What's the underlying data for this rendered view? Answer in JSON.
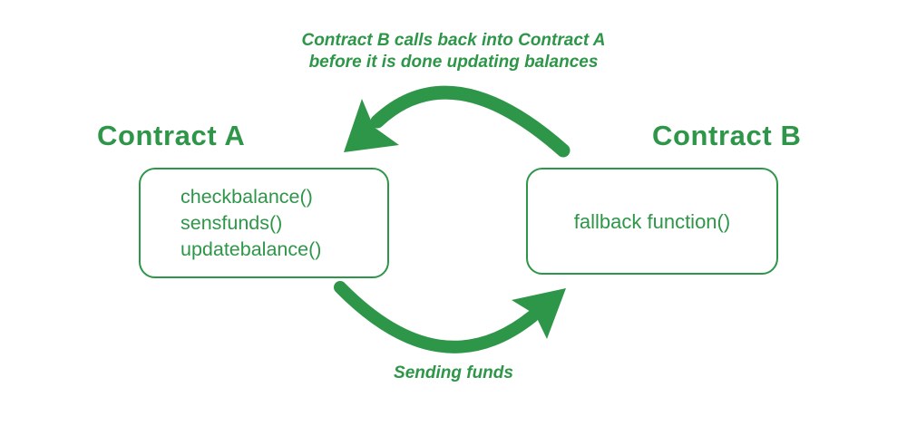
{
  "colors": {
    "accent_green": "#2E9648",
    "background": "#FFFFFF"
  },
  "top_caption": {
    "line1": "Contract B calls back into Contract A",
    "line2": "before it is done updating balances"
  },
  "contract_a": {
    "title": "Contract A",
    "functions": [
      "checkbalance()",
      "sensfunds()",
      "updatebalance()"
    ]
  },
  "contract_b": {
    "title": "Contract B",
    "functions": [
      "fallback function()"
    ]
  },
  "bottom_caption": "Sending funds",
  "icons": {
    "top_arrow": "curved-arrow-right-to-left",
    "bottom_arrow": "curved-arrow-left-to-right"
  }
}
